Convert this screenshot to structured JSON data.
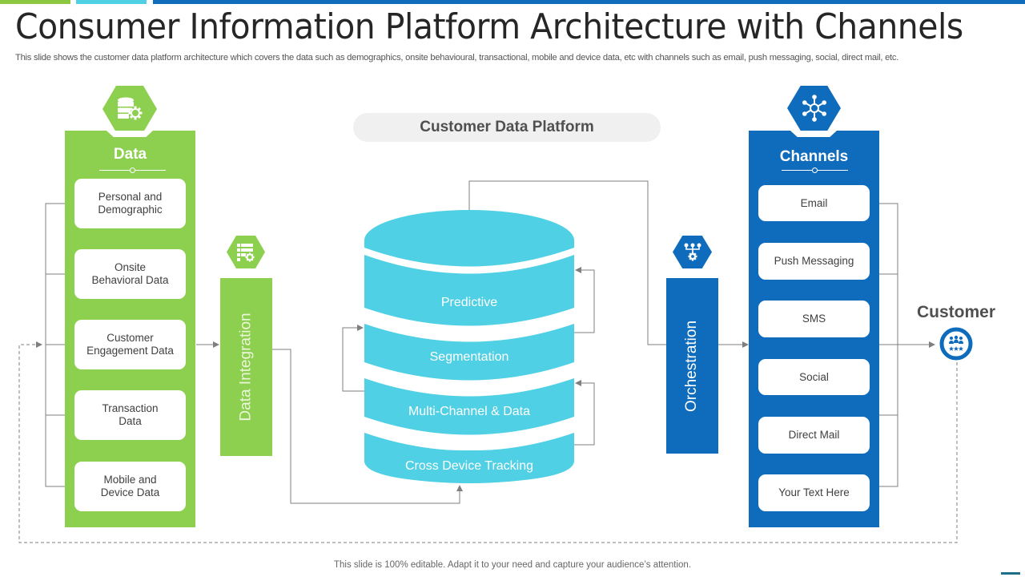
{
  "slide": {
    "title": "Consumer Information Platform Architecture with Channels",
    "subtitle": "This slide shows the customer data platform architecture which covers the data such as demographics, onsite behavioural, transactional, mobile and device data, etc with channels such as email, push messaging, social, direct mail, etc.",
    "footer": "This slide is 100% editable. Adapt it to your need and capture your audience’s attention."
  },
  "colors": {
    "green": "#8dcf4f",
    "cyan": "#4fd0e4",
    "blue": "#0f6cbd",
    "connector": "#7f7f7f"
  },
  "data_panel": {
    "icon": "database-gear-icon",
    "title": "Data",
    "items": [
      "Personal and\nDemographic",
      "Onsite\nBehavioral  Data",
      "Customer\nEngagement  Data",
      "Transaction\nData",
      "Mobile  and\nDevice  Data"
    ]
  },
  "data_integration": {
    "icon": "table-gear-icon",
    "label": "Data Integration"
  },
  "platform": {
    "title": "Customer Data Platform",
    "layers": [
      "Predictive",
      "Segmentation",
      "Multi-Channel  & Data",
      "Cross Device Tracking"
    ]
  },
  "orchestration": {
    "icon": "hierarchy-gear-icon",
    "label": "Orchestration"
  },
  "channels_panel": {
    "icon": "network-hub-icon",
    "title": "Channels",
    "items": [
      "Email",
      "Push Messaging",
      "SMS",
      "Social",
      "Direct Mail",
      "Your Text Here"
    ]
  },
  "customer": {
    "label": "Customer",
    "icon": "customer-group-rating-icon"
  }
}
